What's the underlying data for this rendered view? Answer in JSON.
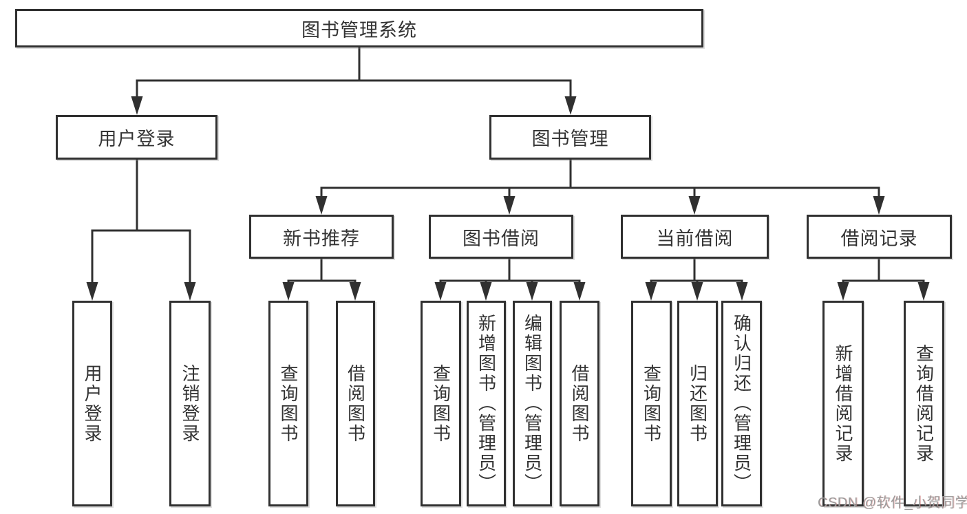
{
  "colors": {
    "line": "#303030",
    "box_border": "#303030",
    "box_background": "#ffffff",
    "text": "#333333",
    "watermark_text": "#9b9b9b"
  },
  "watermark": {
    "text": "CSDN @软件_小贺同学"
  },
  "tree": {
    "root": {
      "label": "图书管理系统",
      "children": [
        {
          "label": "用户登录",
          "children": [
            {
              "label": "用户登录"
            },
            {
              "label": "注销登录"
            }
          ]
        },
        {
          "label": "图书管理",
          "children": [
            {
              "label": "新书推荐",
              "children": [
                {
                  "label": "查询图书"
                },
                {
                  "label": "借阅图书"
                }
              ]
            },
            {
              "label": "图书借阅",
              "children": [
                {
                  "label": "查询图书"
                },
                {
                  "label": "新增图书（管理员）"
                },
                {
                  "label": "编辑图书（管理员）"
                },
                {
                  "label": "借阅图书"
                }
              ]
            },
            {
              "label": "当前借阅",
              "children": [
                {
                  "label": "查询图书"
                },
                {
                  "label": "归还图书"
                },
                {
                  "label": "确认归还（管理员）"
                }
              ]
            },
            {
              "label": "借阅记录",
              "children": [
                {
                  "label": "新增借阅记录"
                },
                {
                  "label": "查询借阅记录"
                }
              ]
            }
          ]
        }
      ]
    }
  }
}
